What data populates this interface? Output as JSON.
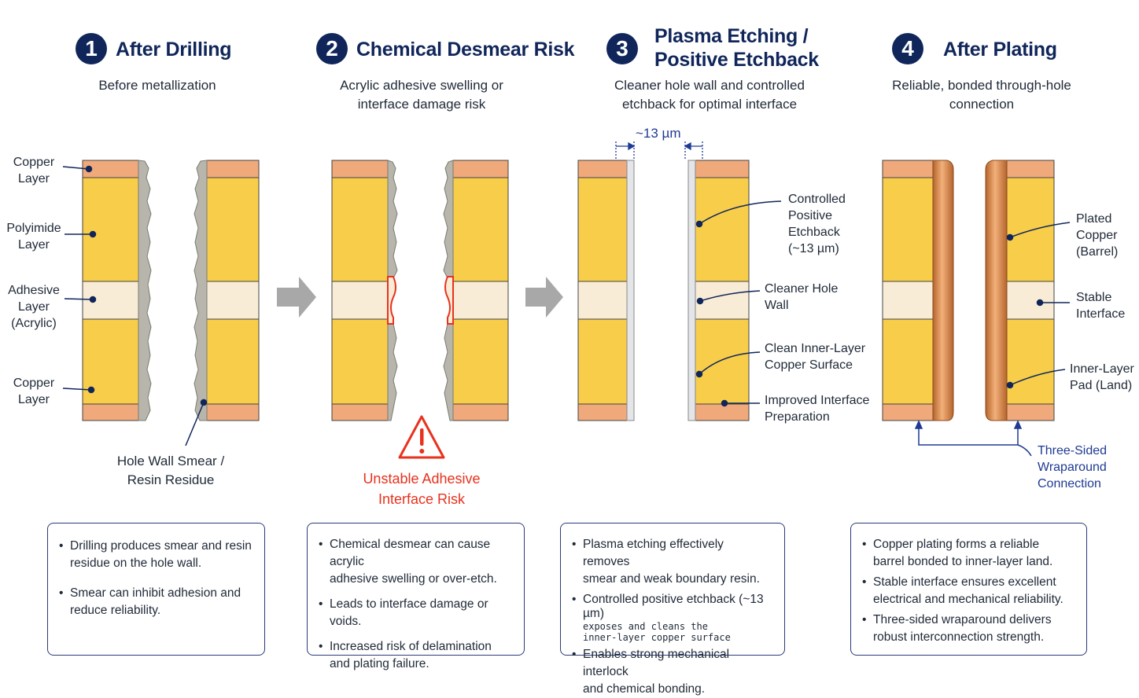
{
  "steps": [
    {
      "num": "1",
      "title": "After Drilling",
      "subtitle": [
        "Before metallization"
      ]
    },
    {
      "num": "2",
      "title": "Chemical Desmear Risk",
      "subtitle": [
        "Acrylic adhesive swelling or",
        "interface damage risk"
      ]
    },
    {
      "num": "3",
      "title": [
        "Plasma Etching /",
        "Positive Etchback"
      ],
      "subtitle": [
        "Cleaner hole wall and controlled",
        "etchback for optimal interface"
      ]
    },
    {
      "num": "4",
      "title": "After Plating",
      "subtitle": [
        "Reliable, bonded through-hole",
        "connection"
      ]
    }
  ],
  "left_labels": {
    "copper_top": [
      "Copper",
      "Layer"
    ],
    "polyimide": [
      "Polyimide",
      "Layer"
    ],
    "adhesive": [
      "Adhesive",
      "Layer",
      "(Acrylic)"
    ],
    "copper_bottom": [
      "Copper",
      "Layer"
    ]
  },
  "smear_label": [
    "Hole Wall Smear /",
    "Resin Residue"
  ],
  "warning_label": [
    "Unstable Adhesive",
    "Interface Risk"
  ],
  "etchback_dim": "~13 µm",
  "step3_labels": {
    "etchback": [
      "Controlled",
      "Positive",
      "Etchback",
      "(~13 µm)"
    ],
    "wall": [
      "Cleaner Hole",
      "Wall"
    ],
    "copper": [
      "Clean Inner-Layer",
      "Copper Surface"
    ],
    "interface": [
      "Improved Interface",
      "Preparation"
    ]
  },
  "step4_labels": {
    "barrel": [
      "Plated",
      "Copper",
      "(Barrel)"
    ],
    "interface": [
      "Stable",
      "Interface"
    ],
    "pad": [
      "Inner-Layer",
      "Pad (Land)"
    ],
    "wrap": [
      "Three-Sided",
      "Wraparound",
      "Connection"
    ]
  },
  "boxes": [
    {
      "items": [
        [
          "Drilling produces smear and resin",
          "residue on the hole wall."
        ],
        [
          "Smear can inhibit adhesion and",
          "reduce reliability."
        ]
      ]
    },
    {
      "items": [
        [
          "Chemical desmear can cause acrylic",
          "adhesive swelling or over-etch."
        ],
        [
          "Leads to interface damage or voids."
        ],
        [
          "Increased risk of delamination",
          "and plating failure."
        ]
      ]
    },
    {
      "items": [
        [
          "Plasma etching effectively removes",
          "smear and weak boundary resin."
        ],
        [
          "Controlled positive etchback (~13 µm)"
        ],
        [
          "Enables strong mechanical interlock",
          "and chemical bonding."
        ]
      ],
      "mono_lines": [
        "exposes and cleans the",
        "inner-layer copper surface"
      ]
    },
    {
      "items": [
        [
          "Copper plating forms a reliable",
          "barrel bonded to inner-layer land."
        ],
        [
          "Stable interface ensures excellent",
          "electrical and mechanical reliability."
        ],
        [
          "Three-sided wraparound delivers",
          "robust interconnection strength."
        ]
      ]
    }
  ],
  "colors": {
    "navy": "#10265a",
    "copper": "#efa97a",
    "polyimide": "#f7cd4a",
    "adhesive": "#f8ecd6",
    "smear": "#b8b6ac",
    "warn": "#e8321e",
    "arrow": "#a8a8a8"
  }
}
